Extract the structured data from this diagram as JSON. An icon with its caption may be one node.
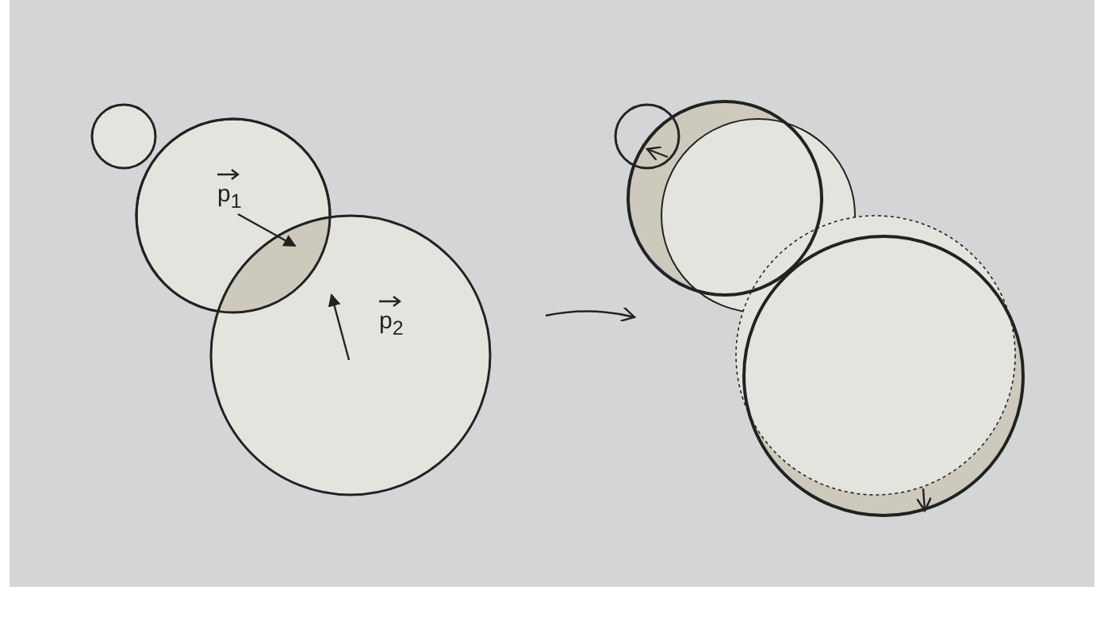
{
  "diagram": {
    "nodes": [
      {
        "text": [],
        "shape": "circle"
      },
      {
        "text": [
          "p$_{1}$"
        ]
      },
      {
        "text": [
          "p$_{2}$"
        ]
      },
      {
        "text": [],
        "shape": "circle"
      },
      {
        "text": [],
        "shape": "circle"
      },
      {
        "text": [],
        "shape": "circle"
      },
      {
        "text": [],
        "shape": "circle"
      },
      {
        "text": [],
        "shape": "circle"
      }
    ],
    "edges": []
  }
}
